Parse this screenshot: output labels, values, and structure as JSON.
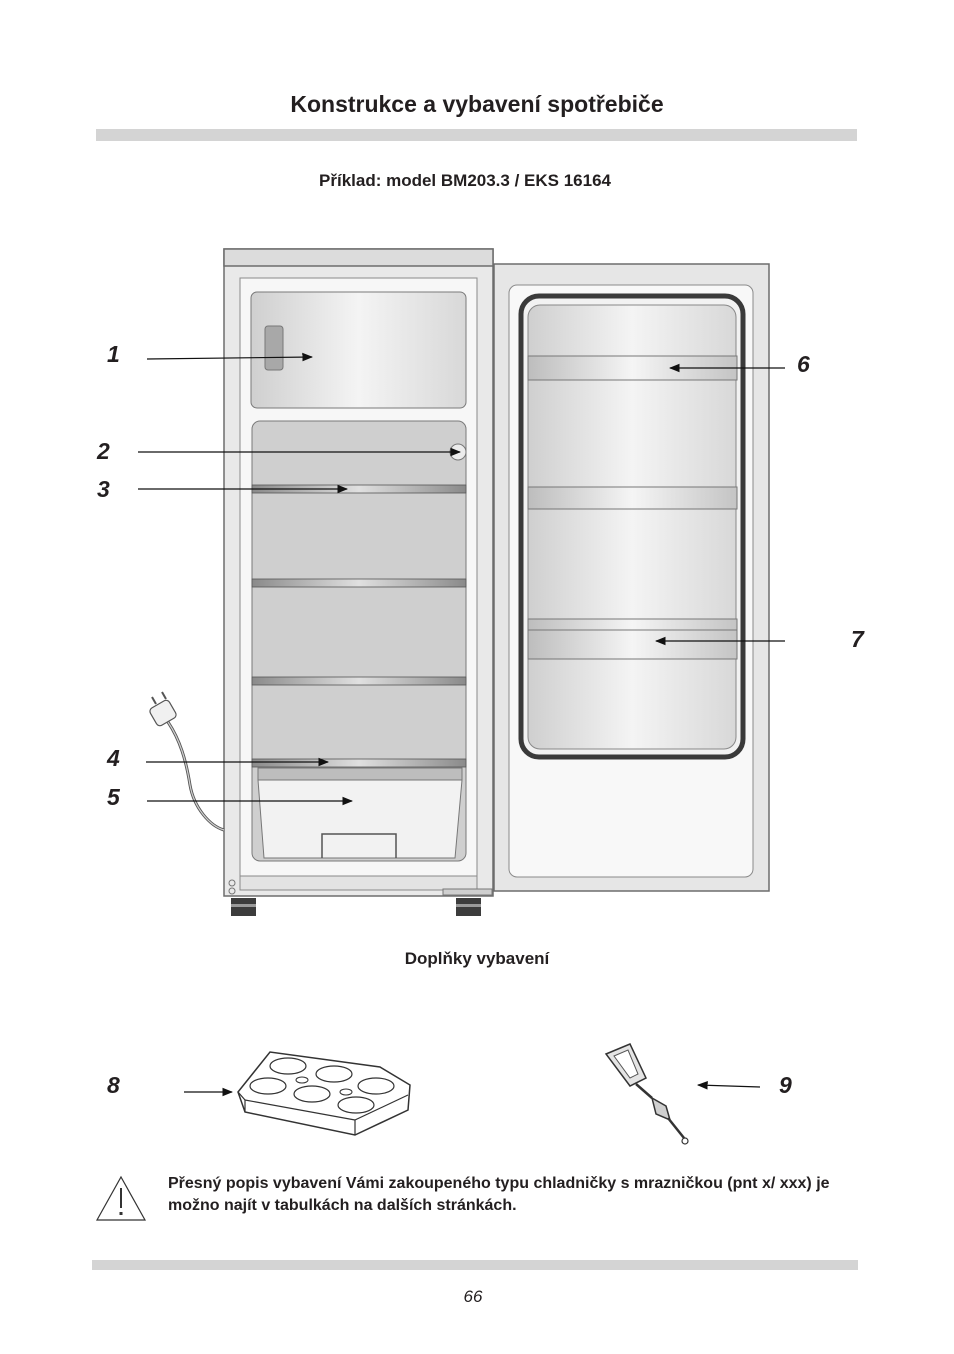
{
  "header": {
    "title": "Konstrukce a vybavení spotřebiče"
  },
  "example_label": "Příklad: model BM203.3 / EKS 16164",
  "callouts": [
    "1",
    "2",
    "3",
    "4",
    "5",
    "6",
    "7"
  ],
  "accessories": {
    "title": "Doplňky vybavení",
    "callouts": [
      "8",
      "9"
    ]
  },
  "warning": {
    "icon": "warning-triangle-icon",
    "text": "Přesný popis vybavení Vámi zakoupeného typu chladničky s mrazničkou (pnt x/ xxx) je možno najít v tabulkách na dalších stránkách."
  },
  "footer": {
    "page_number": "66"
  }
}
